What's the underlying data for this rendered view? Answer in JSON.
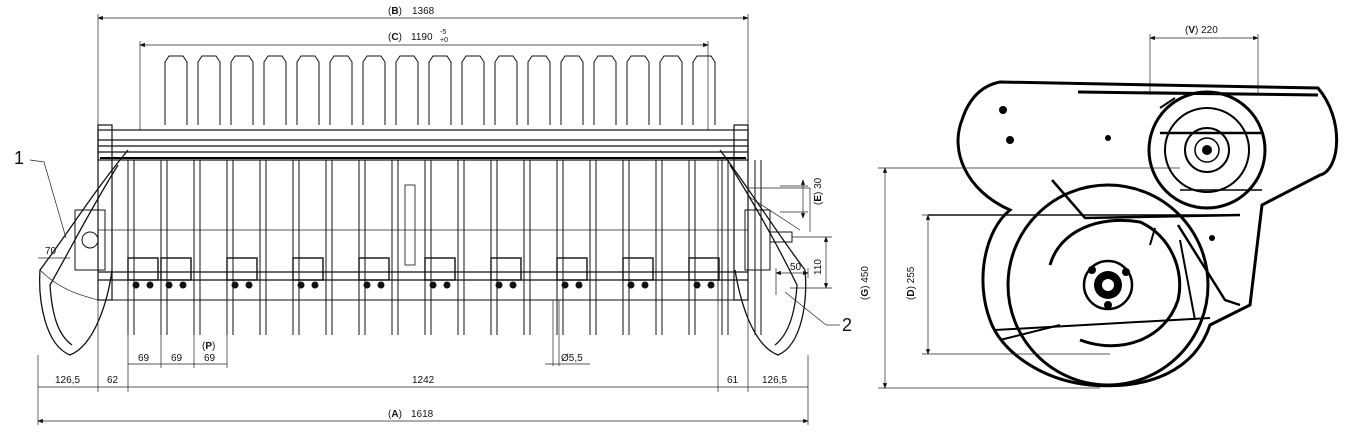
{
  "front_view": {
    "dim_B": {
      "letter": "B",
      "value": "1368"
    },
    "dim_C": {
      "letter": "C",
      "value": "1190",
      "tol_upper": "-5",
      "tol_lower": "+0"
    },
    "dim_A": {
      "letter": "A",
      "value": "1618"
    },
    "dim_E": {
      "letter": "E",
      "value": "30"
    },
    "dim_P": {
      "letter": "P",
      "value": "69"
    },
    "pitch_1": "69",
    "pitch_2": "69",
    "hole_diameter": "Ø5,5",
    "side_left": "126,5",
    "side_right": "126,5",
    "offset_left": "62",
    "offset_right": "61",
    "center_span": "1242",
    "left_height": "70",
    "right_height": "110",
    "right_width": "50",
    "callout_1": "1",
    "callout_2": "2"
  },
  "side_view": {
    "dim_V": {
      "letter": "V",
      "value": "220"
    },
    "dim_G": {
      "letter": "G",
      "value": "450"
    },
    "dim_D": {
      "letter": "D",
      "value": "255"
    }
  }
}
